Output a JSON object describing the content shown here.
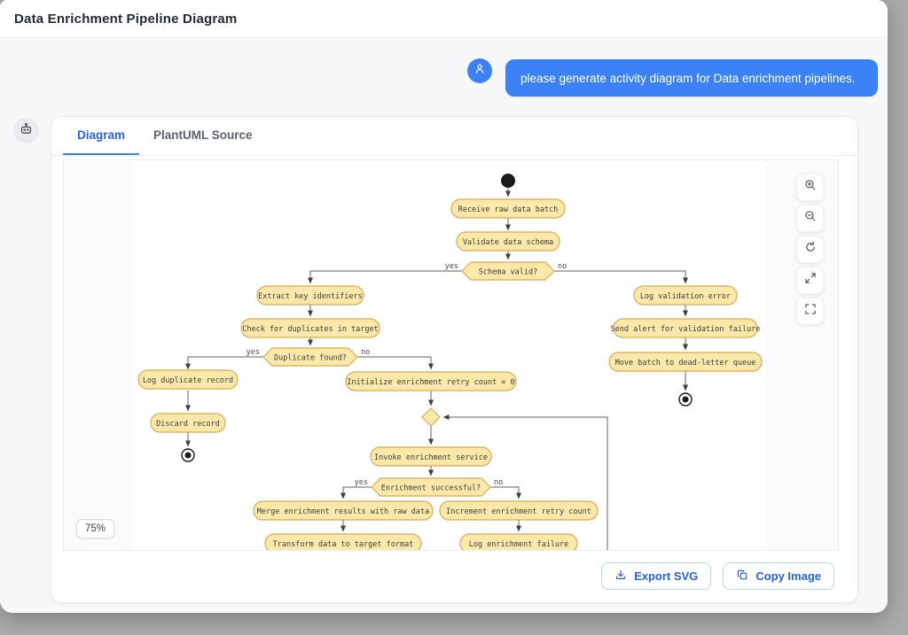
{
  "window": {
    "title": "Data Enrichment Pipeline Diagram"
  },
  "chat": {
    "user_message": "please generate activity diagram for Data enrichment pipelines.",
    "user_avatar_icon": "person-icon",
    "bot_avatar_icon": "robot-icon"
  },
  "card": {
    "tabs": [
      {
        "label": "Diagram",
        "active": true
      },
      {
        "label": "PlantUML Source",
        "active": false
      }
    ],
    "zoom_level": "75%",
    "control_icons": [
      "zoom-in-icon",
      "zoom-out-icon",
      "reset-view-icon",
      "expand-icon",
      "fullscreen-icon"
    ],
    "footer": {
      "export_svg_label": "Export SVG",
      "copy_image_label": "Copy Image"
    }
  },
  "colors": {
    "accent_blue": "#3b82f6",
    "active_tab_blue": "#2563eb",
    "node_fill": "#fce9aa",
    "node_border": "#dfa74e",
    "edge_gray": "#606060"
  },
  "diagram": {
    "type": "activity",
    "branch_labels": {
      "yes": "yes",
      "no": "no"
    },
    "nodes": {
      "receive": "Receive raw data batch",
      "validate": "Validate data schema",
      "schema_valid": "Schema valid?",
      "extract": "Extract key identifiers",
      "check_duplicates": "Check for duplicates in target",
      "duplicate_found": "Duplicate found?",
      "log_duplicate": "Log duplicate record",
      "discard": "Discard record",
      "init_retry": "Initialize enrichment retry count = 0",
      "invoke": "Invoke enrichment service",
      "enrichment_successful": "Enrichment successful?",
      "merge_results": "Merge enrichment results with raw data",
      "transform": "Transform data to target format",
      "increment_retry": "Increment enrichment retry count",
      "log_failure": "Log enrichment failure",
      "log_validation_error": "Log validation error",
      "send_alert": "Send alert for validation failure",
      "dead_letter": "Move batch to dead-letter queue"
    },
    "edges": [
      {
        "from": "start",
        "to": "receive"
      },
      {
        "from": "receive",
        "to": "validate"
      },
      {
        "from": "validate",
        "to": "schema_valid"
      },
      {
        "from": "schema_valid",
        "to": "extract",
        "label": "yes"
      },
      {
        "from": "schema_valid",
        "to": "log_validation_error",
        "label": "no"
      },
      {
        "from": "extract",
        "to": "check_duplicates"
      },
      {
        "from": "check_duplicates",
        "to": "duplicate_found"
      },
      {
        "from": "duplicate_found",
        "to": "log_duplicate",
        "label": "yes"
      },
      {
        "from": "duplicate_found",
        "to": "init_retry",
        "label": "no"
      },
      {
        "from": "log_duplicate",
        "to": "discard"
      },
      {
        "from": "discard",
        "to": "end"
      },
      {
        "from": "init_retry",
        "to": "merge_point"
      },
      {
        "from": "merge_point",
        "to": "invoke"
      },
      {
        "from": "invoke",
        "to": "enrichment_successful"
      },
      {
        "from": "enrichment_successful",
        "to": "merge_results",
        "label": "yes"
      },
      {
        "from": "enrichment_successful",
        "to": "increment_retry",
        "label": "no"
      },
      {
        "from": "merge_results",
        "to": "transform"
      },
      {
        "from": "increment_retry",
        "to": "log_failure"
      },
      {
        "from": "log_validation_error",
        "to": "send_alert"
      },
      {
        "from": "send_alert",
        "to": "dead_letter"
      },
      {
        "from": "dead_letter",
        "to": "end"
      },
      {
        "from": "retry_loop",
        "to": "merge_point"
      }
    ]
  }
}
